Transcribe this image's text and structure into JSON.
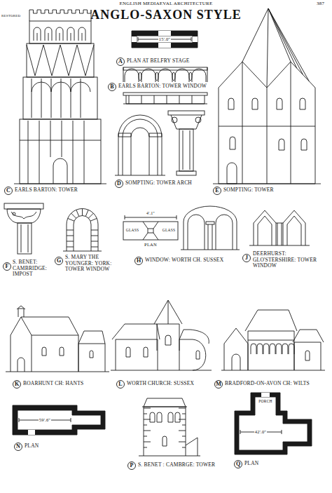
{
  "diagram": {
    "title": "ANGLO-SAXON STYLE",
    "nodes": [
      {
        "text": [
          "A"
        ]
      },
      {
        "text": [
          "B"
        ]
      },
      {
        "text": [
          "C"
        ]
      },
      {
        "text": [
          "D"
        ]
      },
      {
        "text": [
          "E"
        ]
      },
      {
        "text": [
          "F"
        ]
      },
      {
        "text": [
          "G"
        ]
      },
      {
        "text": [
          "H"
        ]
      },
      {
        "text": [
          "J"
        ]
      },
      {
        "text": [
          "K"
        ]
      },
      {
        "text": [
          "L"
        ]
      },
      {
        "text": [
          "M"
        ]
      },
      {
        "text": [
          "N"
        ]
      },
      {
        "text": [
          "P"
        ]
      },
      {
        "text": [
          "Q"
        ]
      }
    ],
    "labels": [
      "ENGLISH MEDIAEVAL ARCHITECTURE",
      "387",
      "RESTORED",
      "15'.0\"",
      "PLAN AT BELFRY STAGE",
      "EARLS BARTON: TOWER WINDOW",
      "EARLS BARTON: TOWER",
      "SOMPTING: TOWER ARCH",
      "SOMPTING: TOWER",
      "S. BENET: CAMBRIDGE: IMPOST",
      "S. MARY THE YOUNGER: YORK: TOWER WINDOW",
      "4'.1\"",
      "GLASS",
      "GLASS",
      "PLAN",
      "WINDOW: WORTH CH. SUSSEX",
      "DEERHURST: GLO'STERSHIRE: TOWER WINDOW",
      "BOARHUNT CH: HANTS",
      "WORTH CHURCH: SUSSEX",
      "BRADFORD-ON-AVON CH: WILTS",
      "59'.6\"",
      "PLAN",
      "S. BENET : CAMBRGE: TOWER",
      "PORCH",
      "42'.0\"",
      "PLAN"
    ]
  }
}
